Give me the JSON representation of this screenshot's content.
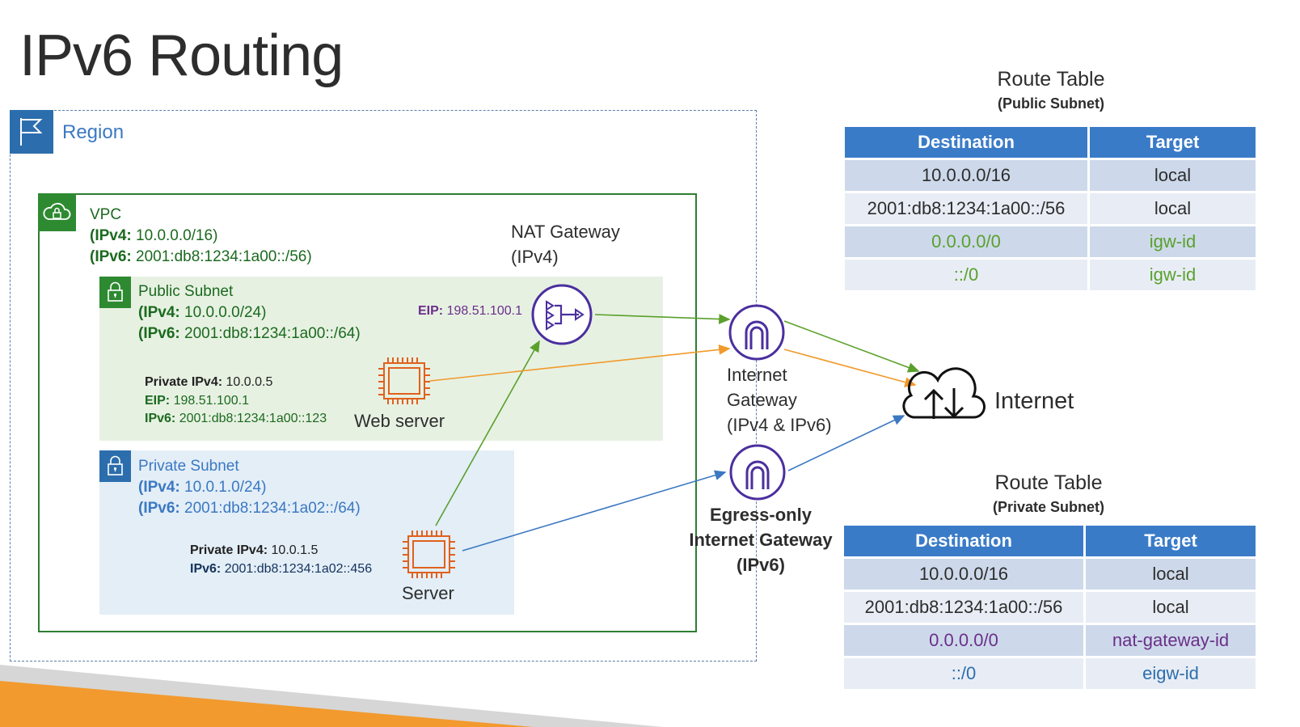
{
  "title": "IPv6 Routing",
  "region": {
    "label": "Region"
  },
  "vpc": {
    "name": "VPC",
    "ipv4_label": "(IPv4:",
    "ipv4_value": "10.0.0.0/16)",
    "ipv6_label": "(IPv6:",
    "ipv6_value": "2001:db8:1234:1a00::/56)"
  },
  "public_subnet": {
    "name": "Public Subnet",
    "ipv4_label": "(IPv4:",
    "ipv4_value": "10.0.0.0/24)",
    "ipv6_label": "(IPv6:",
    "ipv6_value": "2001:db8:1234:1a00::/64)"
  },
  "private_subnet": {
    "name": "Private Subnet",
    "ipv4_label": "(IPv4:",
    "ipv4_value": "10.0.1.0/24)",
    "ipv6_label": "(IPv6:",
    "ipv6_value": "2001:db8:1234:1a02::/64)"
  },
  "web_server": {
    "label": "Web server",
    "private_ipv4_label": "Private IPv4:",
    "private_ipv4_value": "10.0.0.5",
    "eip_label": "EIP:",
    "eip_value": "198.51.100.1",
    "ipv6_label": "IPv6:",
    "ipv6_value": "2001:db8:1234:1a00::123"
  },
  "server": {
    "label": "Server",
    "private_ipv4_label": "Private IPv4:",
    "private_ipv4_value": "10.0.1.5",
    "ipv6_label": "IPv6:",
    "ipv6_value": "2001:db8:1234:1a02::456"
  },
  "nat_gateway": {
    "line1": "NAT Gateway",
    "line2": "(IPv4)",
    "eip_label": "EIP:",
    "eip_value": "198.51.100.1"
  },
  "internet_gateway": {
    "line1": "Internet",
    "line2": "Gateway",
    "line3": "(IPv4 & IPv6)"
  },
  "egress_gateway": {
    "line1": "Egress-only",
    "line2": "Internet Gateway",
    "line3": "(IPv6)"
  },
  "internet": {
    "label": "Internet"
  },
  "route_table_public": {
    "title": "Route Table",
    "subtitle": "(Public Subnet)",
    "headers": [
      "Destination",
      "Target"
    ],
    "rows": [
      {
        "destination": "10.0.0.0/16",
        "target": "local"
      },
      {
        "destination": "2001:db8:1234:1a00::/56",
        "target": "local"
      },
      {
        "destination": "0.0.0.0/0",
        "target": "igw-id"
      },
      {
        "destination": "::/0",
        "target": "igw-id"
      }
    ]
  },
  "route_table_private": {
    "title": "Route Table",
    "subtitle": "(Private Subnet)",
    "headers": [
      "Destination",
      "Target"
    ],
    "rows": [
      {
        "destination": "10.0.0.0/16",
        "target": "local"
      },
      {
        "destination": "2001:db8:1234:1a00::/56",
        "target": "local"
      },
      {
        "destination": "0.0.0.0/0",
        "target": "nat-gateway-id"
      },
      {
        "destination": "::/0",
        "target": "eigw-id"
      }
    ]
  },
  "colors": {
    "green_route": "#5aa02c",
    "orange_route": "#f19a2a",
    "blue_route": "#3b78c2",
    "purple_gateway": "#4b2f9e",
    "table_header": "#3a7bc8"
  }
}
